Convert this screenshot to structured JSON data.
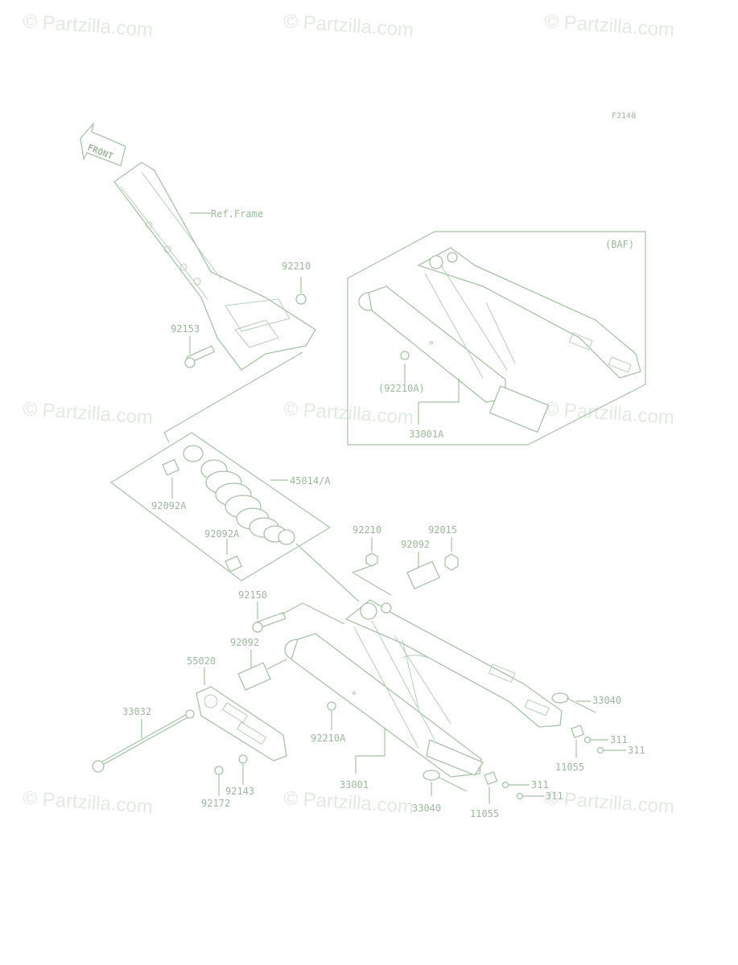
{
  "diagram_code": "F2140",
  "front_label": "FRONT",
  "watermark": "© Partzilla.com",
  "variant_label": "(BAF)",
  "labels": {
    "ref_frame": "Ref.Frame",
    "p92210_top": "92210",
    "p92153": "92153",
    "p92210A_inset": "(92210A)",
    "p33001A": "33001A",
    "p45014A": "45014/A",
    "p92092A_1": "92092A",
    "p92092A_2": "92092A",
    "p92210_mid": "92210",
    "p92015": "92015",
    "p92092_mid": "92092",
    "p92150": "92150",
    "p92092_low": "92092",
    "p55020": "55020",
    "p33032": "33032",
    "p92210A": "92210A",
    "p33001": "33001",
    "p92143": "92143",
    "p92172": "92172",
    "p33040_right": "33040",
    "p311_a": "311",
    "p311_b": "311",
    "p11055_right": "11055",
    "p311_c": "311",
    "p311_d": "311",
    "p33040_low": "33040",
    "p11055_low": "11055"
  }
}
